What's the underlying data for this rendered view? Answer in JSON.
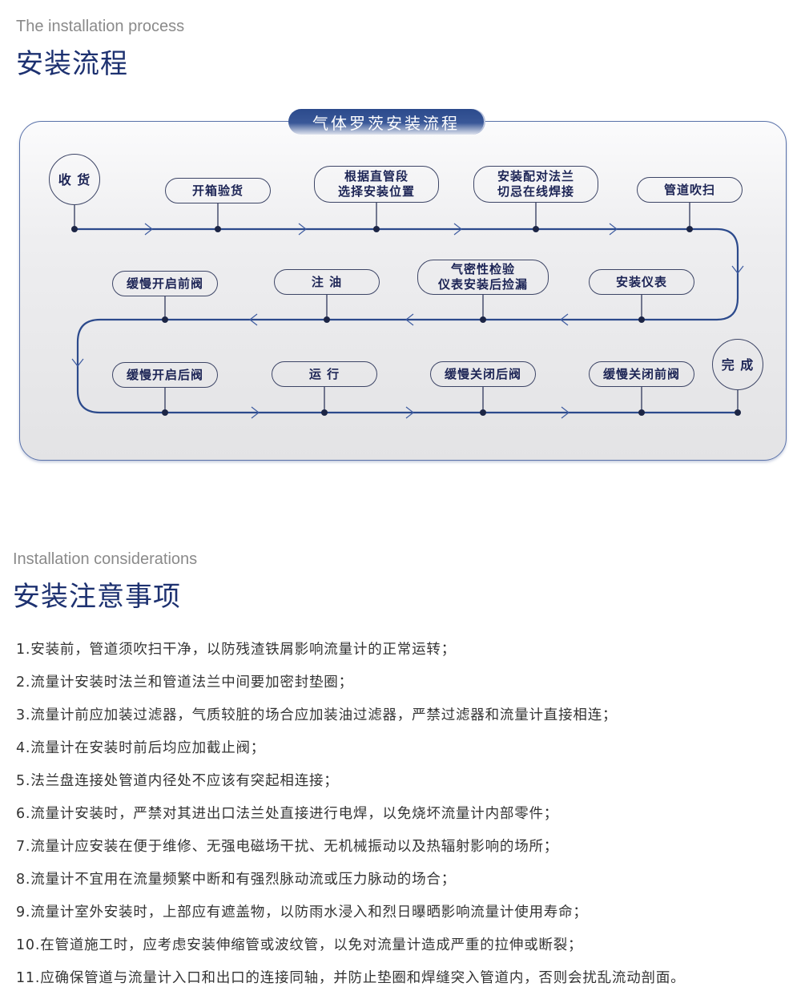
{
  "section1": {
    "subtitle_en": "The installation process",
    "title_cn": "安装流程"
  },
  "flowchart": {
    "title": "气体罗茨安装流程",
    "colors": {
      "line": "#2c4a8c",
      "node_border": "#3d4566",
      "node_text": "#1c2455",
      "dot": "#1c2545"
    },
    "row1": [
      {
        "label": "收 货",
        "shape": "circle"
      },
      {
        "label": "开箱验货",
        "shape": "pill"
      },
      {
        "label": "根据直管段\n选择安装位置",
        "shape": "pill"
      },
      {
        "label": "安装配对法兰\n切忌在线焊接",
        "shape": "pill"
      },
      {
        "label": "管道吹扫",
        "shape": "pill"
      }
    ],
    "row2": [
      {
        "label": "缓慢开启前阀",
        "shape": "pill"
      },
      {
        "label": "注  油",
        "shape": "pill"
      },
      {
        "label": "气密性检验\n仪表安装后捡漏",
        "shape": "pill"
      },
      {
        "label": "安装仪表",
        "shape": "pill"
      }
    ],
    "row3": [
      {
        "label": "缓慢开启后阀",
        "shape": "pill"
      },
      {
        "label": "运  行",
        "shape": "pill"
      },
      {
        "label": "缓慢关闭后阀",
        "shape": "pill"
      },
      {
        "label": "缓慢关闭前阀",
        "shape": "pill"
      },
      {
        "label": "完 成",
        "shape": "circle"
      }
    ]
  },
  "section2": {
    "subtitle_en": "Installation considerations",
    "title_cn": "安装注意事项",
    "items": [
      "1.安装前，管道须吹扫干净，以防残渣铁屑影响流量计的正常运转；",
      "2.流量计安装时法兰和管道法兰中间要加密封垫圈；",
      "3.流量计前应加装过滤器，气质较脏的场合应加装油过滤器，严禁过滤器和流量计直接相连；",
      "4.流量计在安装时前后均应加截止阀；",
      "5.法兰盘连接处管道内径处不应该有突起相连接；",
      "6.流量计安装时，严禁对其进出口法兰处直接进行电焊，以免烧坏流量计内部零件；",
      "7.流量计应安装在便于维修、无强电磁场干扰、无机械振动以及热辐射影响的场所；",
      "8.流量计不宜用在流量频繁中断和有强烈脉动流或压力脉动的场合；",
      "9.流量计室外安装时，上部应有遮盖物，以防雨水浸入和烈日曝晒影响流量计使用寿命；",
      "10.在管道施工时，应考虑安装伸缩管或波纹管，以免对流量计造成严重的拉伸或断裂；",
      "11.应确保管道与流量计入口和出口的连接同轴，并防止垫圈和焊缝突入管道内，否则会扰乱流动剖面。"
    ]
  }
}
